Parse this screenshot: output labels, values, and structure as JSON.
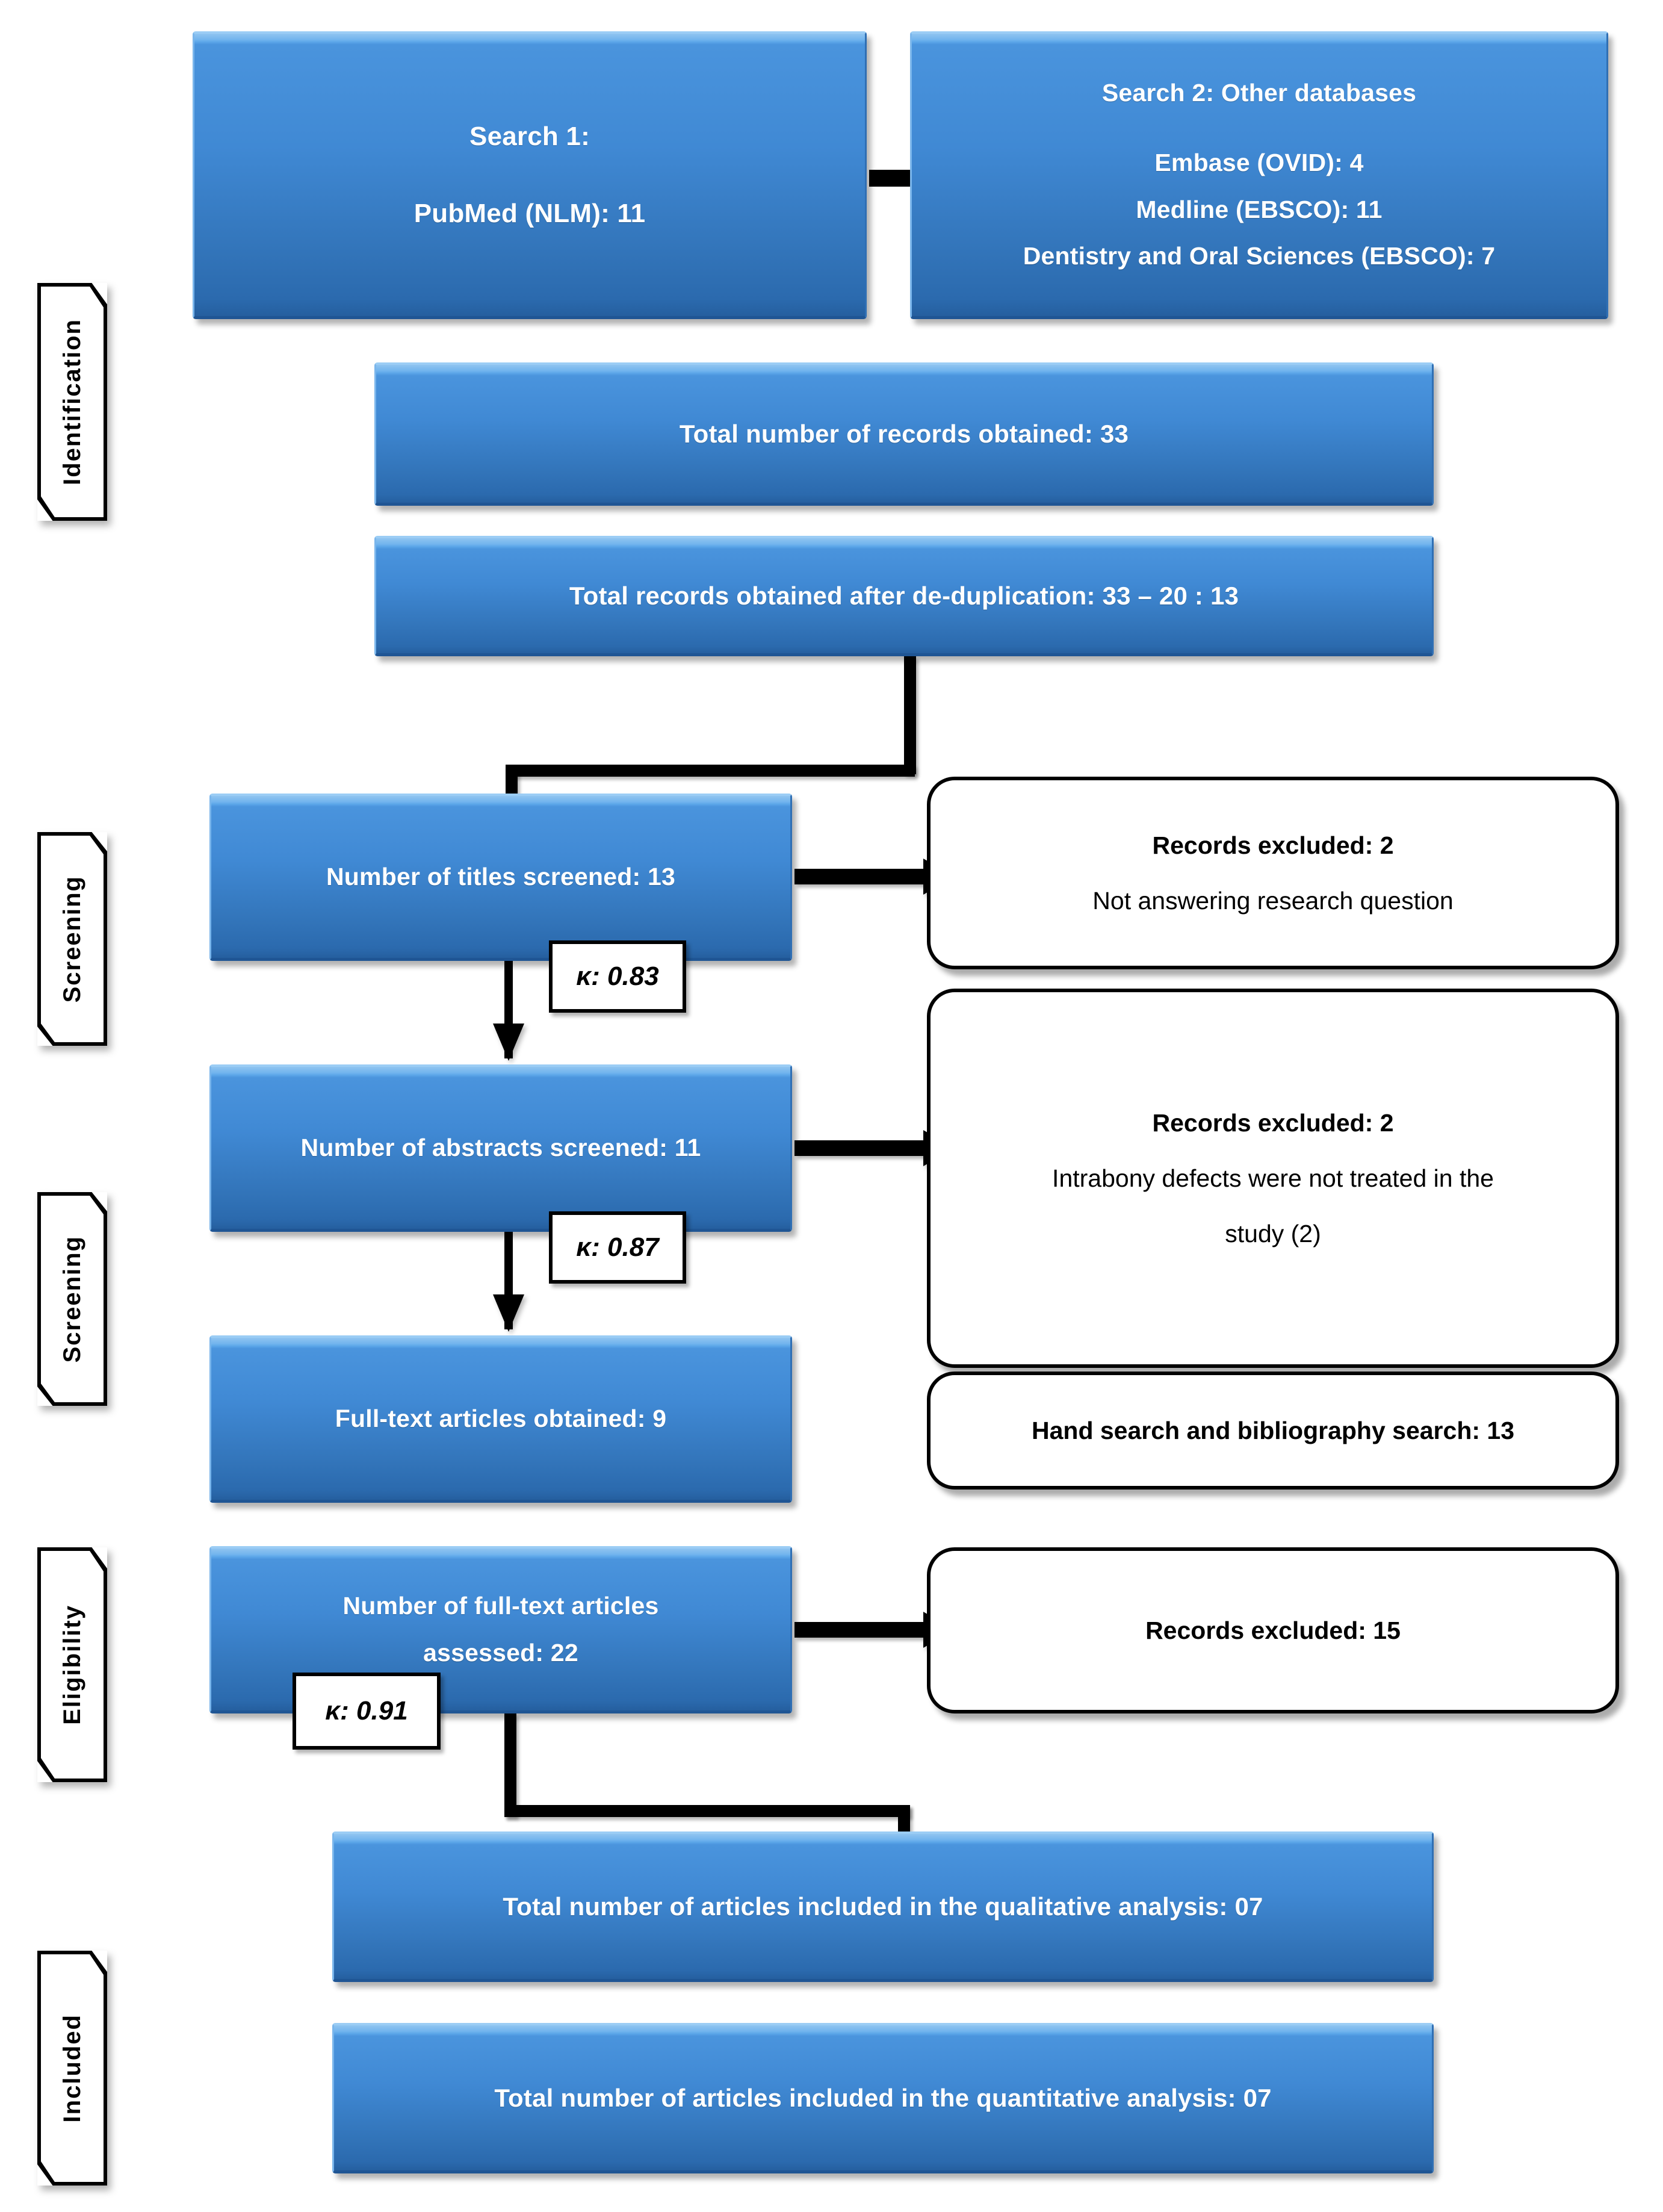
{
  "diagram": {
    "type": "prisma-flow-diagram",
    "stage_tags": [
      {
        "id": "identification",
        "label": "Identification"
      },
      {
        "id": "screening-1",
        "label": "Screening"
      },
      {
        "id": "screening-2",
        "label": "Screening"
      },
      {
        "id": "eligibility",
        "label": "Eligibility"
      },
      {
        "id": "included",
        "label": "Included"
      }
    ],
    "boxes": {
      "search1": {
        "line1": "Search 1:",
        "line2": "PubMed (NLM): 11"
      },
      "search2": {
        "title": "Search 2: Other databases",
        "line1": "Embase (OVID): 4",
        "line2": "Medline (EBSCO): 11",
        "line3": "Dentistry and Oral Sciences (EBSCO): 7"
      },
      "total_records": "Total number of records obtained: 33",
      "after_dedup": "Total records obtained after de-duplication: 33 – 20 : 13",
      "titles_screened": "Number of titles screened: 13",
      "abstracts_screened": "Number of abstracts screened: 11",
      "fulltext_obtained": "Full-text articles obtained: 9",
      "fulltext_assessed_l1": "Number of full-text articles",
      "fulltext_assessed_l2": "assessed: 22",
      "qualitative": "Total number of articles included in the qualitative analysis: 07",
      "quantitative": "Total number of articles included in the quantitative analysis: 07"
    },
    "excluded_boxes": {
      "excl_titles": {
        "title": "Records excluded: 2",
        "reason": "Not answering research question"
      },
      "excl_abstracts": {
        "title": "Records excluded: 2",
        "reason_line1": "Intrabony defects were not treated in the",
        "reason_line2": "study (2)"
      },
      "hand_search": {
        "title": "Hand search and bibliography search: 13"
      },
      "excl_fulltext": {
        "title": "Records excluded: 15"
      }
    },
    "kappa_labels": [
      {
        "id": "kappa-titles-abstracts",
        "value": "κ: 0.83"
      },
      {
        "id": "kappa-abstracts-fulltext",
        "value": "κ: 0.87"
      },
      {
        "id": "kappa-assessed-included",
        "value": "κ: 0.91"
      }
    ],
    "colors": {
      "box_fill_top": "#5aa5e8",
      "box_fill_bottom": "#255f9f",
      "box_highlight": "#9bcdf5",
      "outline": "#000000",
      "box_text": "#ffffff",
      "page_background": "#ffffff"
    }
  }
}
